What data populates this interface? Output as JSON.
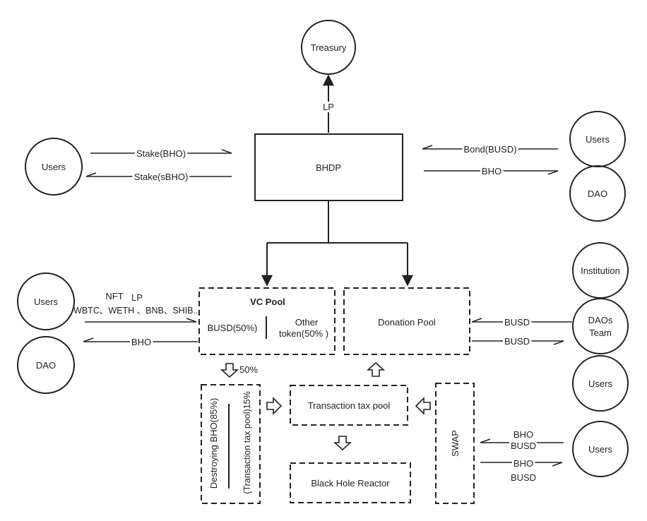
{
  "nodes": {
    "treasury": "Treasury",
    "bhdp": "BHDP",
    "users_left_top": "Users",
    "users_right_top": "Users",
    "dao_right_top": "DAO",
    "users_left_mid": "Users",
    "dao_left_mid": "DAO",
    "institution": "Institution",
    "daos_team_line1": "DAOs",
    "daos_team_line2": "Team",
    "users_right_mid": "Users",
    "users_right_bottom": "Users",
    "vc_pool_title": "VC Pool",
    "vc_busd": "BUSD(50%)",
    "vc_other_line1": "Other",
    "vc_other_line2": "token(50% )",
    "donation_pool": "Donation Pool",
    "destroying": "Destroying BHO(85%)",
    "tax_pool_share": "(Transaction tax pool)15%",
    "transaction_tax_pool": "Transaction tax pool",
    "black_hole_reactor": "Black Hole Reactor",
    "swap": "SWAP"
  },
  "edges": {
    "lp": "LP",
    "stake_bho": "Stake(BHO)",
    "stake_sbho": "Stake(sBHO)",
    "bond_busd": "Bond(BUSD)",
    "bho_out_top": "BHO",
    "nft": "NFT",
    "lp_assets": "LP",
    "assets": "WBTC、WETH 、BNB、SHIB...",
    "bho_out_mid": "BHO",
    "busd_in_donation": "BUSD",
    "busd_out_donation": "BUSD",
    "vc_split": "50%",
    "swap_in_bho": "BHO",
    "swap_in_busd": "BUSD",
    "swap_out_bho": "BHO",
    "swap_out_busd": "BUSD"
  },
  "colors": {
    "stroke": "#222222",
    "background": "#ffffff"
  }
}
